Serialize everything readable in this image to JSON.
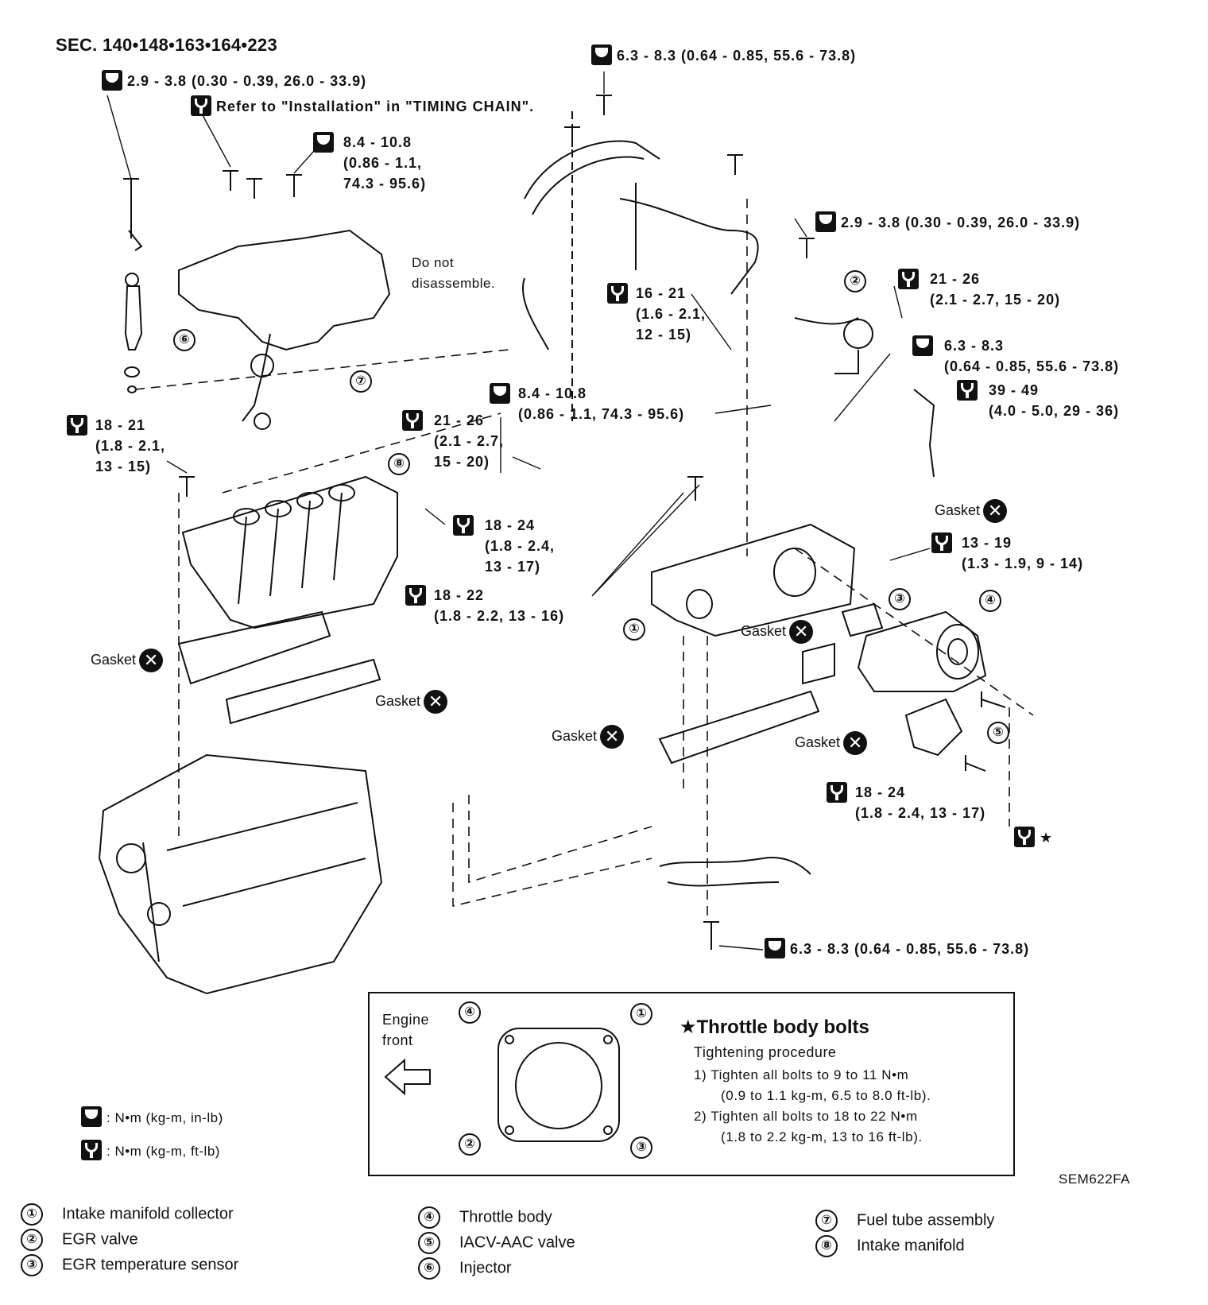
{
  "section": "SEC. 140•148•163•164•223",
  "torque_specs": {
    "t1": {
      "icon": "torque-wrench-icon-inlb",
      "lines": [
        "2.9 - 3.8 (0.30 - 0.39, 26.0 - 33.9)"
      ]
    },
    "t2": {
      "icon": "torque-wrench-icon-ftlb",
      "lines": [
        "Refer to \"Installation\" in \"TIMING CHAIN\"."
      ]
    },
    "t3": {
      "icon": "torque-wrench-icon-inlb",
      "lines": [
        "8.4 - 10.8",
        "(0.86 - 1.1,",
        "74.3 - 95.6)"
      ]
    },
    "t4": {
      "icon": "torque-wrench-icon-inlb",
      "lines": [
        "6.3 - 8.3 (0.64 - 0.85, 55.6 - 73.8)"
      ]
    },
    "t5": {
      "icon": "torque-wrench-icon-inlb",
      "lines": [
        "2.9 - 3.8 (0.30 - 0.39, 26.0 - 33.9)"
      ]
    },
    "t6": {
      "icon": "torque-wrench-icon-ftlb",
      "lines": [
        "21 - 26",
        "(2.1 - 2.7, 15 - 20)"
      ]
    },
    "t7": {
      "icon": "torque-wrench-icon-ftlb",
      "lines": [
        "16 - 21",
        "(1.6 - 2.1,",
        "12 - 15)"
      ]
    },
    "t8": {
      "icon": "torque-wrench-icon-inlb",
      "lines": [
        "6.3 - 8.3",
        "(0.64 - 0.85, 55.6 - 73.8)"
      ]
    },
    "t9": {
      "icon": "torque-wrench-icon-ftlb",
      "lines": [
        "39 - 49",
        "(4.0 - 5.0, 29 - 36)"
      ]
    },
    "t10": {
      "icon": "torque-wrench-icon-inlb",
      "lines": [
        "8.4 - 10.8",
        "(0.86 - 1.1, 74.3 - 95.6)"
      ]
    },
    "t11": {
      "icon": "torque-wrench-icon-ftlb",
      "lines": [
        "21 - 26",
        "(2.1 - 2.7,",
        "15 - 20)"
      ]
    },
    "t12": {
      "icon": "torque-wrench-icon-ftlb",
      "lines": [
        "18 - 21",
        "(1.8 - 2.1,",
        "13 - 15)"
      ]
    },
    "t13": {
      "icon": "torque-wrench-icon-ftlb",
      "lines": [
        "18 - 24",
        "(1.8 - 2.4,",
        "13 - 17)"
      ]
    },
    "t14": {
      "icon": "torque-wrench-icon-ftlb",
      "lines": [
        "18 - 22",
        "(1.8 - 2.2, 13 - 16)"
      ]
    },
    "t15": {
      "icon": "torque-wrench-icon-ftlb",
      "lines": [
        "13 - 19",
        "(1.3 - 1.9, 9 - 14)"
      ]
    },
    "t16": {
      "icon": "torque-wrench-icon-ftlb",
      "lines": [
        "18 - 24",
        "(1.8 - 2.4, 13 - 17)"
      ]
    },
    "t17": {
      "icon": "torque-wrench-icon-inlb",
      "lines": [
        "6.3 - 8.3 (0.64 - 0.85, 55.6 - 73.8)"
      ]
    },
    "t18": {
      "icon": "torque-wrench-icon-ftlb",
      "lines": [
        "★"
      ]
    }
  },
  "do_not_disassemble": [
    "Do not",
    "disassemble."
  ],
  "gasket_label": "Gasket",
  "callouts": [
    "①",
    "②",
    "③",
    "④",
    "⑤",
    "⑥",
    "⑦",
    "⑧"
  ],
  "units_legend": {
    "inlb": ": N•m (kg-m, in-lb)",
    "ftlb": ": N•m (kg-m, ft-lb)"
  },
  "throttle_box": {
    "engine_front": [
      "Engine",
      "front"
    ],
    "title": "★Throttle body bolts",
    "subtitle": "Tightening procedure",
    "steps": [
      "1) Tighten all bolts to 9 to 11 N•m",
      "(0.9 to 1.1 kg-m, 6.5 to 8.0 ft-lb).",
      "2) Tighten all bolts to 18 to 22 N•m",
      "(1.8 to 2.2 kg-m, 13 to 16 ft-lb)."
    ],
    "bolt_numbers": [
      "④",
      "①",
      "②",
      "③"
    ]
  },
  "figure_ref": "SEM622FA",
  "legend": [
    {
      "num": "①",
      "label": "Intake manifold collector"
    },
    {
      "num": "②",
      "label": "EGR valve"
    },
    {
      "num": "③",
      "label": "EGR temperature sensor"
    },
    {
      "num": "④",
      "label": "Throttle body"
    },
    {
      "num": "⑤",
      "label": "IACV-AAC valve"
    },
    {
      "num": "⑥",
      "label": "Injector"
    },
    {
      "num": "⑦",
      "label": "Fuel tube assembly"
    },
    {
      "num": "⑧",
      "label": "Intake manifold"
    }
  ]
}
